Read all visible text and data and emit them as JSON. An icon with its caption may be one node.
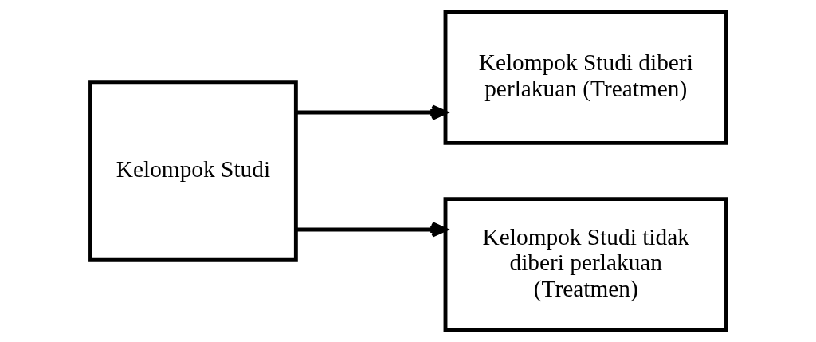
{
  "diagram": {
    "nodes": [
      {
        "text": [
          "Kelompok Studi"
        ]
      },
      {
        "text": [
          "Kelompok Studi diberi perlakuan (Treatmen)"
        ]
      },
      {
        "text": [
          "Kelompok Studi tidak diberi perlakuan (Treatmen)"
        ]
      }
    ],
    "edges": [
      {
        "from": 0,
        "to": 1,
        "arrow": "to"
      },
      {
        "from": 0,
        "to": 2,
        "arrow": "to"
      }
    ]
  }
}
